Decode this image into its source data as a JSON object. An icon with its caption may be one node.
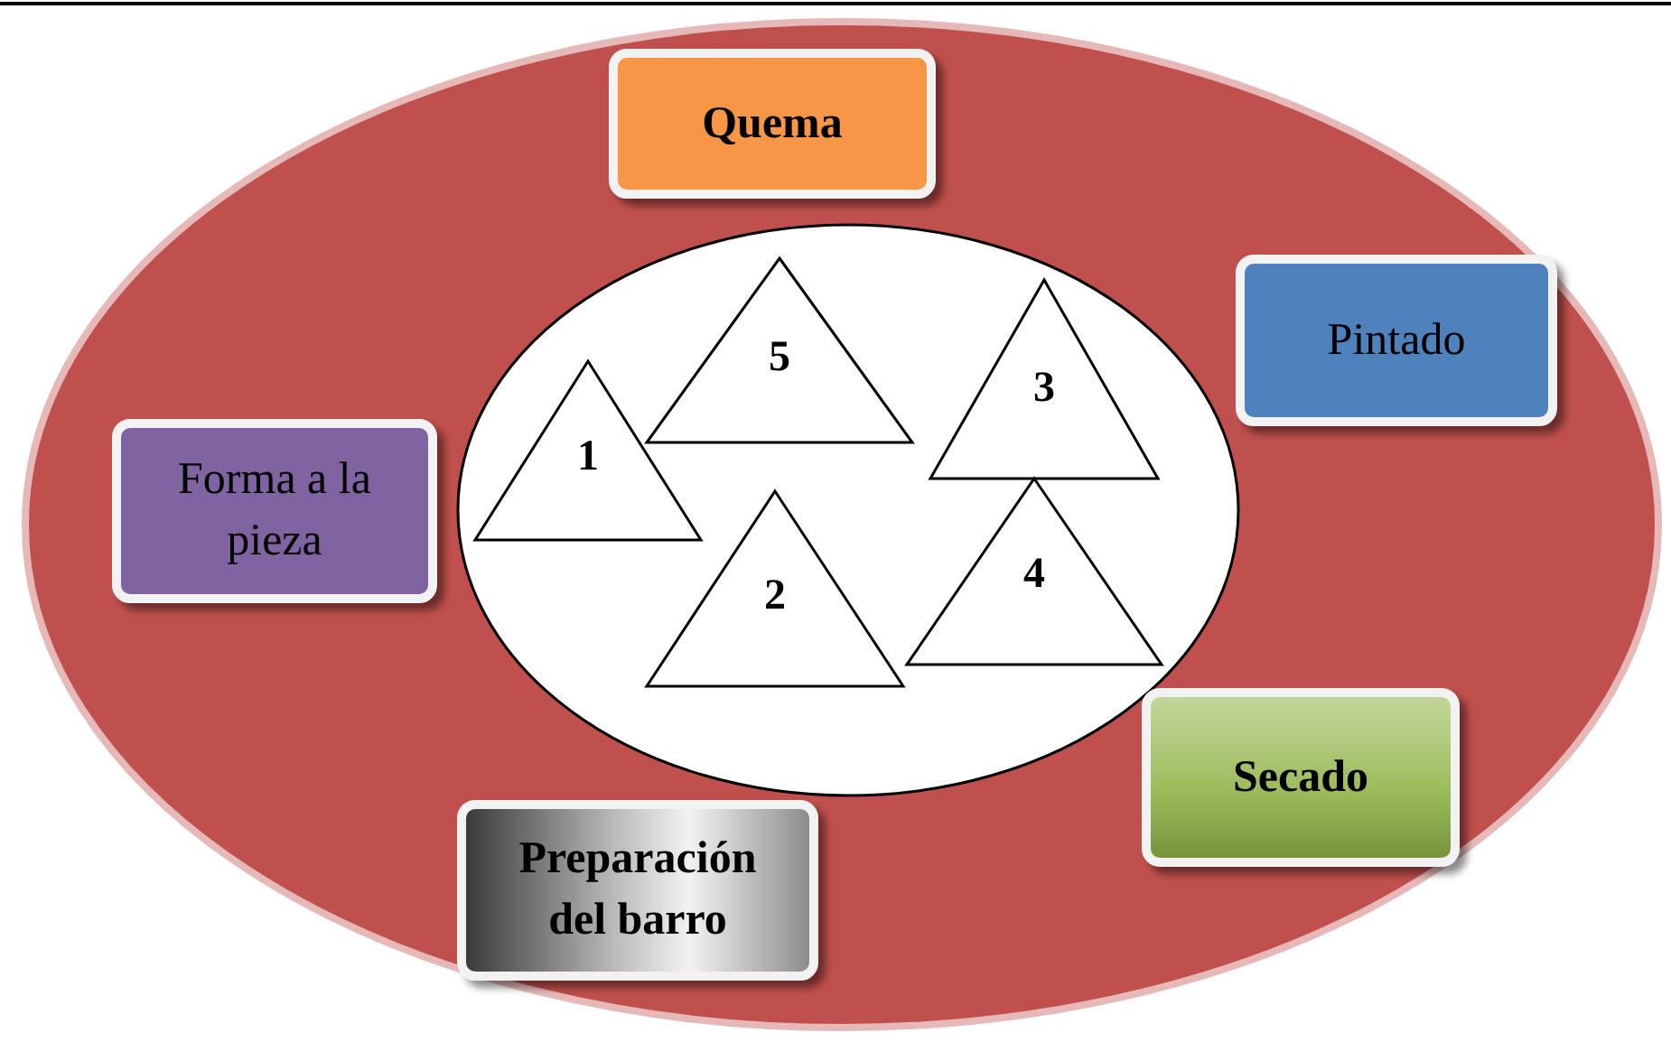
{
  "diagram": {
    "nodes": [
      {
        "text": [],
        "shape": "ellipse"
      },
      {
        "text": [
          "Quema"
        ],
        "in": 0
      },
      {
        "text": [
          "Pintado"
        ],
        "in": 0
      },
      {
        "text": [
          "Forma a la pieza"
        ],
        "in": 0
      },
      {
        "text": [],
        "shape": "ellipse",
        "in": 0
      },
      {
        "text": [
          "5"
        ],
        "in": 4
      },
      {
        "text": [
          "3"
        ],
        "in": 4
      },
      {
        "text": [
          "1"
        ],
        "in": 4
      },
      {
        "text": [
          "4"
        ],
        "in": 4
      },
      {
        "text": [
          "2"
        ],
        "in": 4
      },
      {
        "text": [
          "Secado"
        ],
        "in": 0
      },
      {
        "text": [
          "Preparación del barro"
        ],
        "in": 0
      }
    ]
  }
}
